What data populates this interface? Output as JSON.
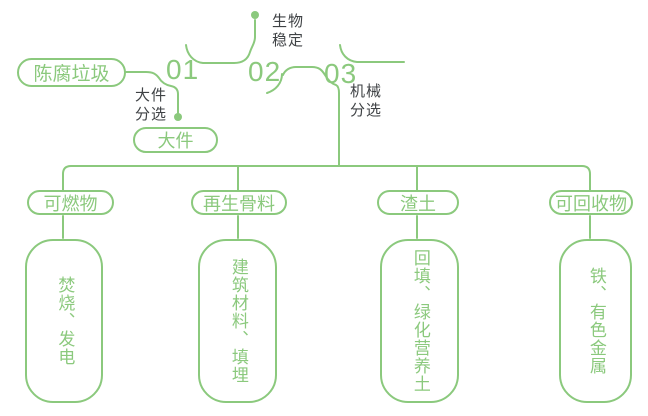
{
  "palette": {
    "green": "#8bc97d",
    "dark": "#3f4245",
    "bg": "#ffffff"
  },
  "diagram": {
    "source_label": "陈腐垃圾",
    "steps": [
      {
        "num": "01",
        "side_label": "大件分选",
        "output_label": "大件"
      },
      {
        "num": "02",
        "side_label": "生物稳定"
      },
      {
        "num": "03",
        "side_label": "机械分选"
      }
    ]
  },
  "branches": [
    {
      "name": "可燃物",
      "result": "焚烧、发电"
    },
    {
      "name": "再生骨料",
      "result": "建筑材料、填埋"
    },
    {
      "name": "渣土",
      "result": "回填、绿化营养土"
    },
    {
      "name": "可回收物",
      "result": "铁、有色金属"
    }
  ]
}
